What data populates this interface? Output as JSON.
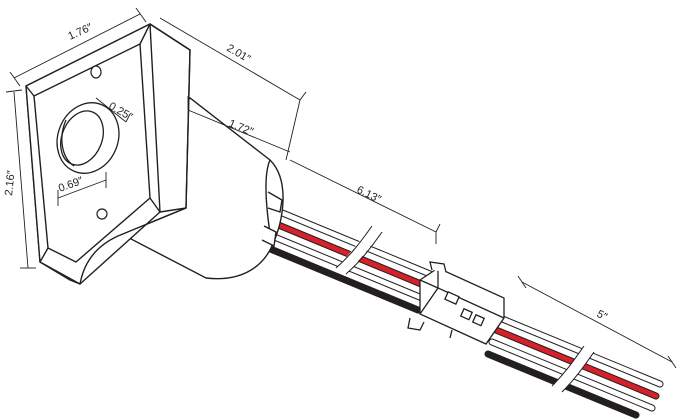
{
  "dimensions": {
    "top_width": "1.76″",
    "side_height": "2.16″",
    "hole_inner": "0.25″",
    "hole_outer": "0.69″",
    "body_length": "2.01″",
    "housing_length": "1.72″",
    "lead_length": "6.13″",
    "pigtail_length": "5″"
  },
  "colors": {
    "outline": "#231f20",
    "red_wire": "#d6202a",
    "black_wire": "#231f20",
    "white_wire": "#ffffff"
  }
}
